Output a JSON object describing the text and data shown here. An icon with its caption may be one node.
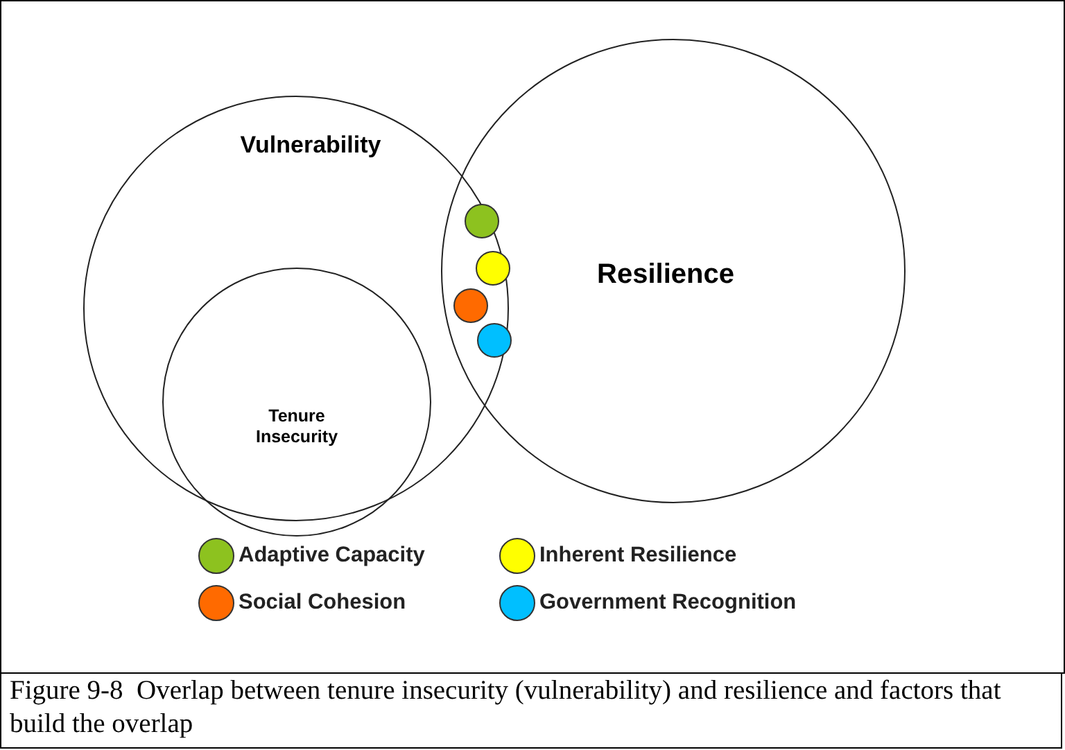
{
  "diagram": {
    "caption": "Figure 9-8  Overlap between tenure insecurity (vulnerability) and resilience and factors that build the overlap",
    "nodes": [
      {
        "text": [
          "Vulnerability"
        ]
      },
      {
        "text": [
          "Tenure Insecurity"
        ],
        "in": 0
      },
      {
        "text": [
          "Resilience"
        ]
      },
      {
        "text": [],
        "shape": "circle"
      },
      {
        "text": [],
        "shape": "circle"
      },
      {
        "text": [],
        "shape": "circle"
      },
      {
        "text": [],
        "shape": "circle"
      }
    ],
    "edges": [],
    "legend": [
      {
        "text": "Adaptive Capacity",
        "color": "#8dc21f"
      },
      {
        "text": "Inherent Resilience",
        "color": "#ffff00"
      },
      {
        "text": "Social Cohesion",
        "color": "#ff6a00"
      },
      {
        "text": "Government Recognition",
        "color": "#00bfff"
      }
    ]
  }
}
